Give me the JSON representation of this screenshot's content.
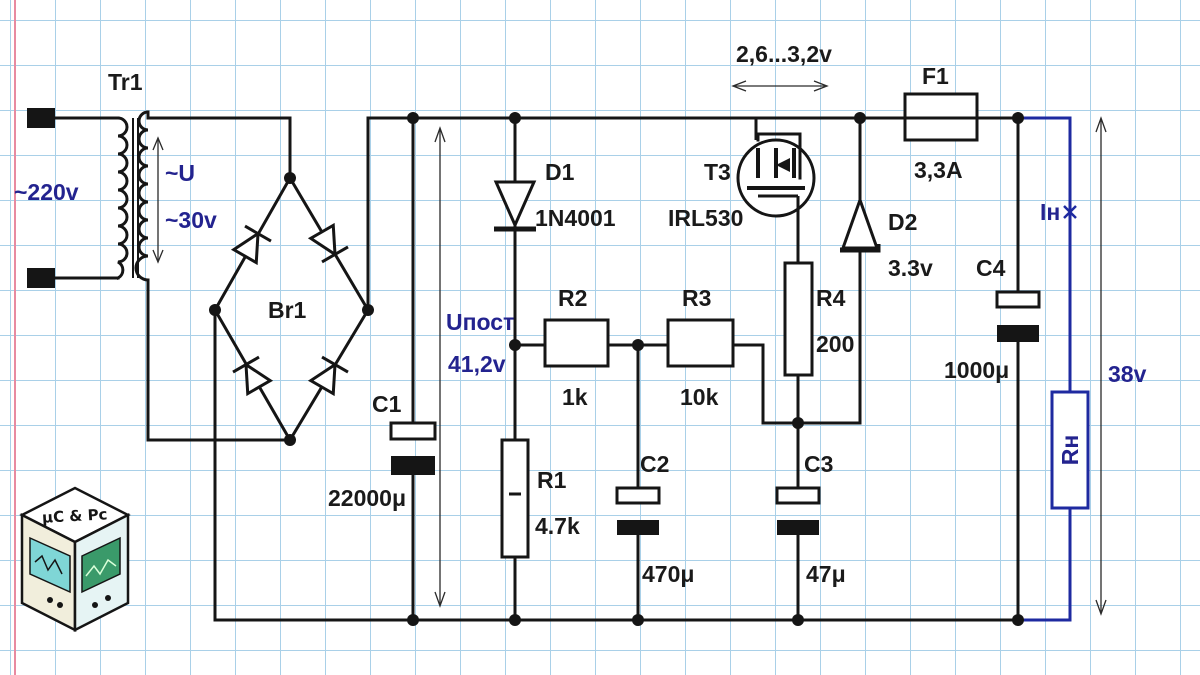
{
  "labels": {
    "tr1": "Tr1",
    "input_voltage": "~220v",
    "secondary_u": "~U",
    "secondary_voltage": "~30v",
    "bridge": "Br1",
    "c1": "C1",
    "c1_value": "22000μ",
    "u_dc": "Uпост",
    "u_dc_value": "41,2v",
    "d1": "D1",
    "d1_type": "1N4001",
    "r2": "R2",
    "r2_value": "1k",
    "r3": "R3",
    "r3_value": "10k",
    "r1": "R1",
    "r1_value": "4.7k",
    "c2": "C2",
    "c2_value": "470μ",
    "gate_voltage": "2,6...3,2v",
    "t3": "T3",
    "t3_type": "IRL530",
    "r4": "R4",
    "r4_value": "200",
    "c3": "C3",
    "c3_value": "47μ",
    "d2": "D2",
    "d2_value": "3.3v",
    "f1": "F1",
    "f1_value": "3,3A",
    "c4": "C4",
    "c4_value": "1000μ",
    "load_current": "Iн",
    "load": "Rн",
    "output_voltage": "38v"
  },
  "logo": {
    "text": "μC & Pc"
  },
  "colors": {
    "background": "#ffffff",
    "grid": "#a9d0e8",
    "grid_margin": "#e88aa0",
    "wire": "#151515",
    "load_wire": "#1e2aa0",
    "label_blue": "#23238f"
  }
}
